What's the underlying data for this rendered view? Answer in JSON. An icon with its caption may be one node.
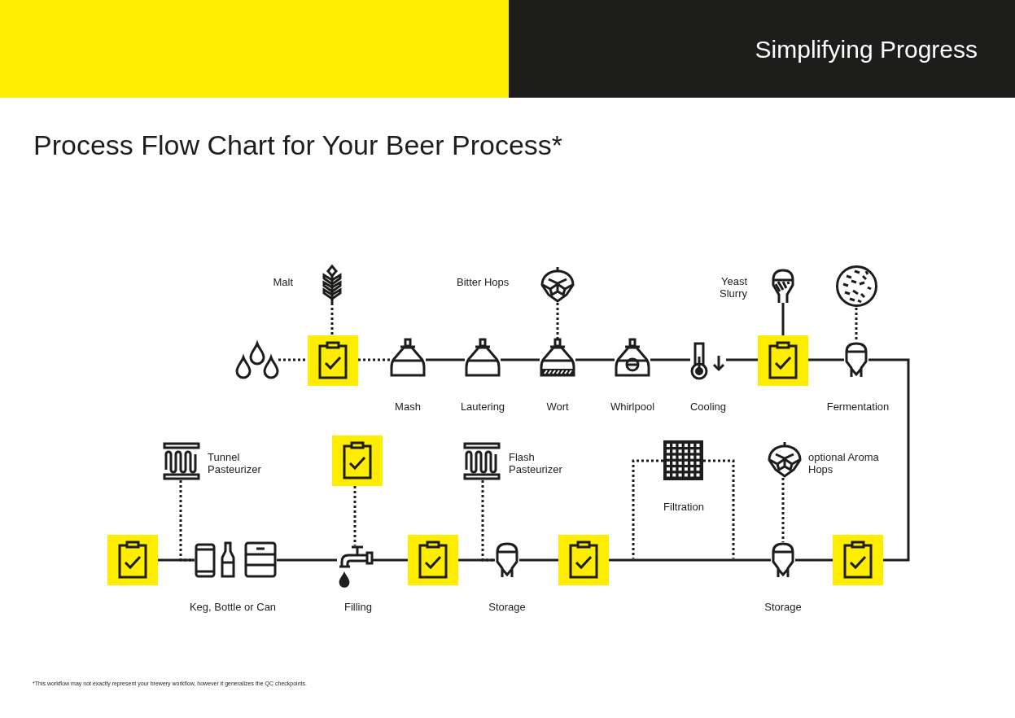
{
  "diagram": {
    "title": "Process Flow Chart for Your Beer Process*",
    "nodes": [
      {
        "text": [],
        "shape": "picture"
      },
      {
        "text": [],
        "shape": "box"
      },
      {
        "text": [
          "Malt"
        ]
      },
      {
        "text": [
          "Mash"
        ]
      },
      {
        "text": [
          "Lautering"
        ]
      },
      {
        "text": [
          "Wort"
        ]
      },
      {
        "text": [
          "Bitter Hops"
        ]
      },
      {
        "text": [
          "Whirlpool"
        ]
      },
      {
        "text": [
          "Cooling"
        ]
      },
      {
        "text": [],
        "shape": "box"
      },
      {
        "text": [
          "Yeast Slurry"
        ]
      },
      {
        "text": [
          "Fermentation"
        ]
      },
      {
        "text": [],
        "shape": "picture"
      },
      {
        "text": [],
        "shape": "box"
      },
      {
        "text": [
          "Storage"
        ]
      },
      {
        "text": [
          "optional Aroma Hops"
        ]
      },
      {
        "text": [
          "Filtration"
        ]
      },
      {
        "text": [],
        "shape": "box"
      },
      {
        "text": [
          "Storage"
        ]
      },
      {
        "text": [
          "Flash Pasteurizer"
        ]
      },
      {
        "text": [],
        "shape": "box"
      },
      {
        "text": [
          "Filling"
        ]
      },
      {
        "text": [],
        "shape": "box"
      },
      {
        "text": [
          "Keg, Bottle or Can"
        ]
      },
      {
        "text": [
          "Tunnel Pasteurizer"
        ]
      },
      {
        "text": [],
        "shape": "box"
      }
    ],
    "edges": [
      {
        "from": 0,
        "to": 1,
        "arrow": "none",
        "style": "dashed"
      },
      {
        "from": 1,
        "to": 3,
        "arrow": "none",
        "style": "dashed"
      },
      {
        "from": 2,
        "to": 1,
        "arrow": "none",
        "style": "dashed"
      },
      {
        "from": 3,
        "to": 4,
        "arrow": "none"
      },
      {
        "from": 4,
        "to": 5,
        "arrow": "none"
      },
      {
        "from": 6,
        "to": 5,
        "arrow": "none",
        "style": "dashed"
      },
      {
        "from": 5,
        "to": 7,
        "arrow": "none"
      },
      {
        "from": 7,
        "to": 8,
        "arrow": "none"
      },
      {
        "from": 8,
        "to": 9,
        "arrow": "none"
      },
      {
        "from": 10,
        "to": 9,
        "arrow": "none"
      },
      {
        "from": 9,
        "to": 11,
        "arrow": "none"
      },
      {
        "from": 12,
        "to": 11,
        "arrow": "none",
        "style": "dashed"
      },
      {
        "from": 11,
        "to": 13,
        "arrow": "none"
      },
      {
        "from": 13,
        "to": 14,
        "arrow": "none"
      },
      {
        "from": 15,
        "to": 14,
        "arrow": "none",
        "style": "dashed"
      },
      {
        "from": 14,
        "to": 17,
        "arrow": "none"
      },
      {
        "from": 16,
        "to": null,
        "arrow": "none",
        "style": "dashed"
      },
      {
        "from": 16,
        "to": null,
        "arrow": "none",
        "style": "dashed"
      },
      {
        "from": 17,
        "to": 18,
        "arrow": "none"
      },
      {
        "from": 18,
        "to": 20,
        "arrow": "none"
      },
      {
        "from": 19,
        "to": 18,
        "arrow": "none",
        "style": "dashed"
      },
      {
        "from": 20,
        "to": 21,
        "arrow": "none"
      },
      {
        "from": 22,
        "to": 21,
        "arrow": "none",
        "style": "dashed"
      },
      {
        "from": 21,
        "to": 23,
        "arrow": "none"
      },
      {
        "from": 24,
        "to": 23,
        "arrow": "none",
        "style": "dashed"
      },
      {
        "from": 23,
        "to": 25,
        "arrow": "none"
      }
    ],
    "labels": [
      "Simplifying Progress",
      "*This workflow may not exactly represent your brewery workflow, however it generalizes the QC checkpoints."
    ]
  }
}
